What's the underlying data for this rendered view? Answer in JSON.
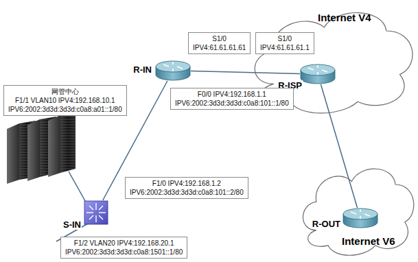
{
  "diagram": {
    "nodes": [
      {
        "text": [
          "Internet V4"
        ]
      },
      {
        "text": [
          "S1/0",
          "IPV4:61.61.61.61"
        ]
      },
      {
        "text": [
          "S1/0",
          "IPV4:61.61.61.1"
        ],
        "in": 0
      },
      {
        "text": [
          "R-IN"
        ]
      },
      {
        "text": [
          "R-ISP"
        ],
        "in": 0
      },
      {
        "text": [
          "网管中心",
          "F1/1   VLAN10   IPV4:192.168.10.1",
          "IPV6:2002:3d3d:3d3d:c0a8:a01::1/80"
        ]
      },
      {
        "text": [
          "F0/0    IPV4:192.168.1.1",
          "IPV6:2002:3d3d:3d3d:c0a8:101::1/80"
        ]
      },
      {
        "text": [
          "F1/0    IPV4:192.168.1.2",
          "IPV6:2002:3d3d:3d3d:c0a8:101::2/80"
        ]
      },
      {
        "text": [
          "S-IN"
        ]
      },
      {
        "text": [
          "Internet V6"
        ]
      },
      {
        "text": [
          "R-OUT"
        ],
        "in": 9
      },
      {
        "text": [
          "F1/2   VLAN20   IPV4:192.168.20.1",
          "IPV6:2002:3d3d:3d3d:c0a8:1501::1/80"
        ]
      }
    ],
    "edges": [
      {
        "from": 3,
        "to": 4,
        "arrow": "none"
      },
      {
        "from": 4,
        "to": 10,
        "arrow": "none"
      },
      {
        "from": 3,
        "to": 8,
        "arrow": "none"
      }
    ]
  }
}
